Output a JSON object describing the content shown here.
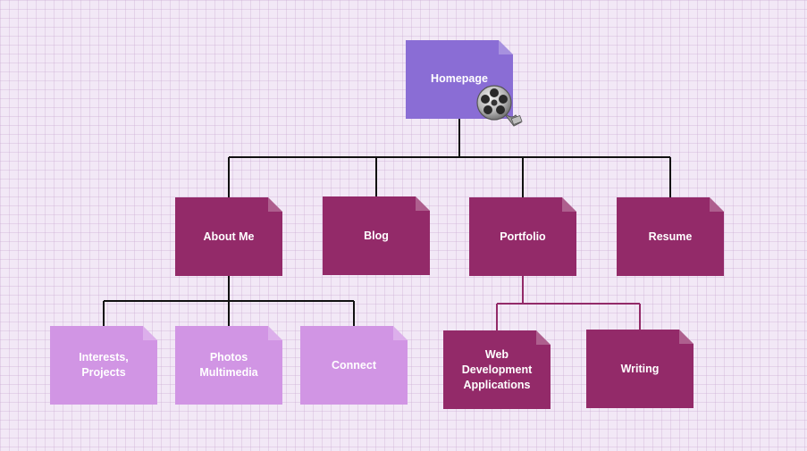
{
  "colors": {
    "homepage": "#8a6dd5",
    "section": "#932a69",
    "subpage_light": "#d195e4",
    "connector_dark": "#111111",
    "connector_portfolio": "#932a69"
  },
  "nodes": {
    "homepage": {
      "label": "Homepage",
      "icon": "film-reel-icon"
    },
    "about": {
      "label": "About Me"
    },
    "blog": {
      "label": "Blog"
    },
    "portfolio": {
      "label": "Portfolio"
    },
    "resume": {
      "label": "Resume"
    },
    "interests": {
      "label": "Interests,\nProjects"
    },
    "photos": {
      "label": "Photos\nMultimedia"
    },
    "connect": {
      "label": "Connect"
    },
    "webdev": {
      "label": "Web Development\nApplications"
    },
    "writing": {
      "label": "Writing"
    }
  }
}
